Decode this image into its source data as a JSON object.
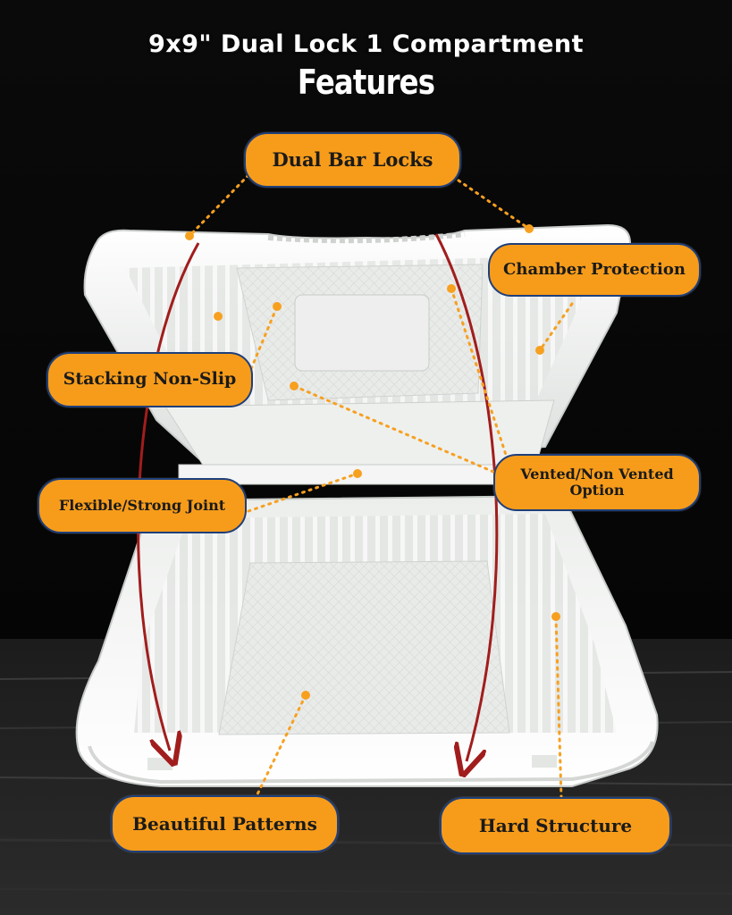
{
  "header": {
    "title": "9x9\" Dual Lock 1 Compartment",
    "subtitle": "Features"
  },
  "features": {
    "dual_bar_locks": "Dual Bar Locks",
    "chamber_protection": "Chamber Protection",
    "stacking_non_slip": "Stacking Non-Slip",
    "flexible_strong_joint": "Flexible/Strong Joint",
    "vented_option_line1": "Vented/Non Vented",
    "vented_option_line2": "Option",
    "beautiful_patterns": "Beautiful Patterns",
    "hard_structure": "Hard Structure"
  },
  "colors": {
    "background": "#050505",
    "pill_fill": "#f79c1a",
    "pill_border": "#1f3f7a",
    "dot_and_leader": "#f7a020",
    "arrow": "#a11d1d",
    "container": "#f2f3f1"
  }
}
